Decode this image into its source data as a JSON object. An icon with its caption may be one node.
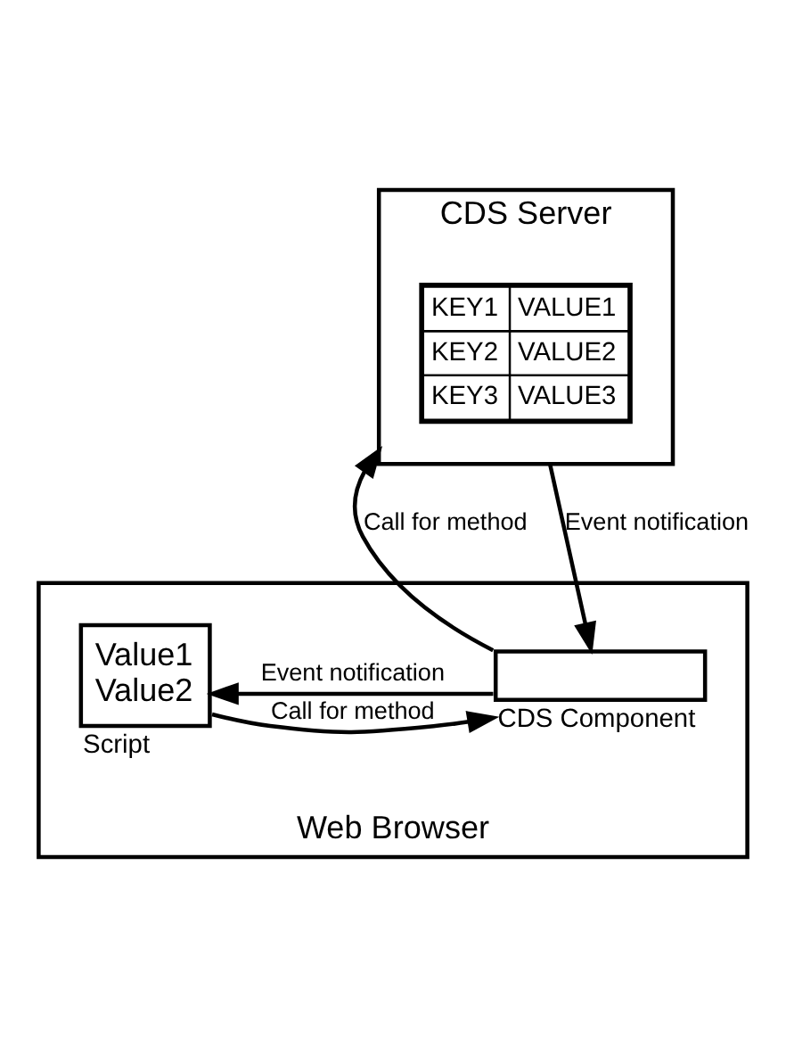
{
  "diagram": {
    "nodes": [
      {
        "text": [
          "CDS Server"
        ]
      },
      {
        "text": [
          "KEY1",
          "VALUE1",
          "KEY2",
          "VALUE2",
          "KEY3",
          "VALUE3"
        ],
        "in": 0
      },
      {
        "text": [
          "Web Browser"
        ]
      },
      {
        "text": [],
        "shape": "box",
        "beside": [
          "CDS Component"
        ],
        "in": 2
      },
      {
        "text": [
          "Value1",
          "Value2"
        ],
        "beside": [
          "Script"
        ],
        "in": 2
      }
    ],
    "edges": [
      {
        "from": 3,
        "to": 0,
        "arrow": "to",
        "label": "Call for method"
      },
      {
        "from": 0,
        "to": 3,
        "arrow": "to",
        "label": "Event notification"
      },
      {
        "from": 3,
        "to": 4,
        "arrow": "to",
        "label": "Event notification"
      },
      {
        "from": 4,
        "to": 3,
        "arrow": "to",
        "label": "Call for method"
      }
    ]
  }
}
